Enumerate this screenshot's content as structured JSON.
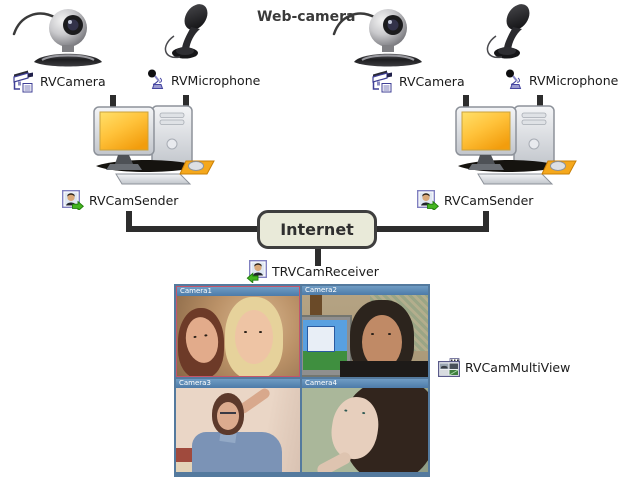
{
  "title": "Web-camera",
  "labels": {
    "camera": "RVCamera",
    "microphone": "RVMicrophone",
    "sender": "RVCamSender",
    "internet": "Internet",
    "receiver": "TRVCamReceiver",
    "multiview": "RVCamMultiView"
  },
  "grid": {
    "cells": [
      {
        "title": "Camera1",
        "selected": true,
        "scene": "two women smiling, warm tan room"
      },
      {
        "title": "Camera2",
        "selected": false,
        "scene": "man beside CRT monitor with Windows desktop"
      },
      {
        "title": "Camera3",
        "selected": false,
        "scene": "woman with glasses in blue shirt, arm raised"
      },
      {
        "title": "Camera4",
        "selected": false,
        "scene": "dark-haired woman looking up, finger at lips"
      }
    ]
  },
  "colors": {
    "internet_box_bg": "#e9ead9",
    "internet_box_border": "#3e3e3e",
    "grid_frame": "#547a9e",
    "cell_titlebar": "#4d7ba8",
    "selected_cell_border": "#c4556a",
    "connector_line": "#2d2d2d",
    "label_text": "#1b1b1b",
    "pc_screen_orange": "#ffc23a",
    "mousepad_orange": "#f5a81c"
  }
}
